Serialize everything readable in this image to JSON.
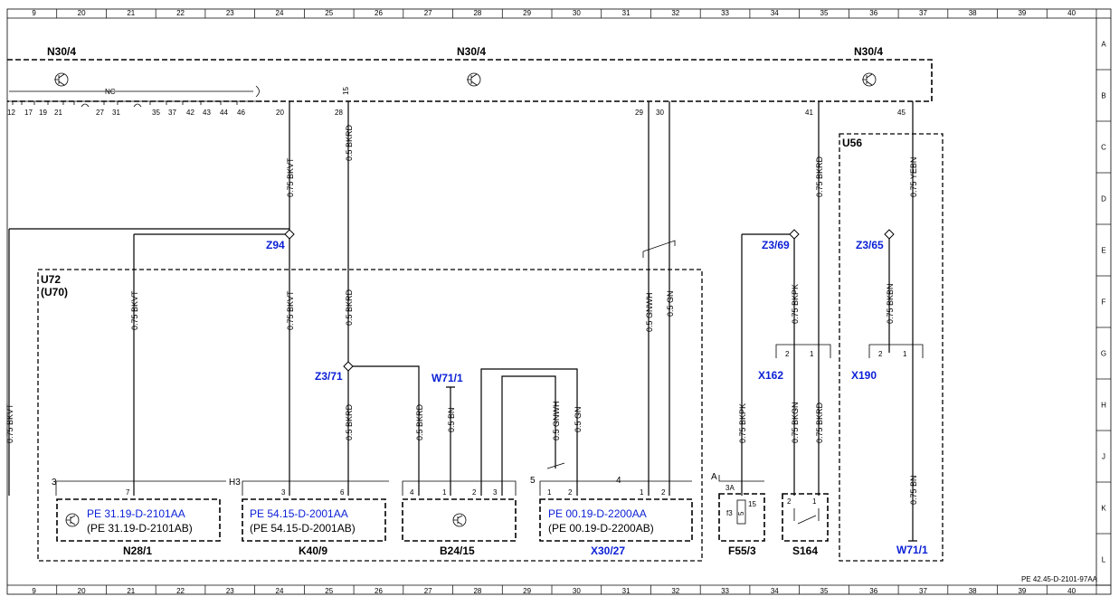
{
  "grid": {
    "columns": [
      "9",
      "20",
      "21",
      "22",
      "23",
      "24",
      "25",
      "26",
      "27",
      "28",
      "29",
      "30",
      "31",
      "32",
      "33",
      "34",
      "35",
      "36",
      "37",
      "38",
      "39",
      "40"
    ],
    "rows": [
      "A",
      "B",
      "C",
      "D",
      "E",
      "F",
      "G",
      "H",
      "J",
      "K",
      "L"
    ]
  },
  "footer_code": "PE 42.45-D-2101-97AA",
  "modules": {
    "n30_left": "N30/4",
    "n30_mid": "N30/4",
    "n30_right": "N30/4",
    "nc": "NC",
    "pin_strip": [
      "12",
      "17",
      "19",
      "21",
      "27",
      "31",
      "35",
      "37",
      "42",
      "43",
      "44",
      "46"
    ],
    "pins_top": {
      "p20": "20",
      "p28": "28",
      "p15": "15",
      "p29": "29",
      "p30": "30",
      "p41": "41",
      "p45": "45"
    }
  },
  "wires": {
    "w20": "0.75 BKVT",
    "w28": "0.5 BKRD",
    "wgnwh": "0.5 GNWH",
    "wgn": "0.5 GN",
    "w41": "0.75 BKRD",
    "w45": "0.75 YEBN",
    "n28": "0.75 BKVT",
    "k40_up": "0.75 BKVT",
    "k40_low": "0.5 BKRD",
    "b24_bkrd": "0.5 BKRD",
    "b24_bn": "0.5 BN",
    "b24_gnwh": "0.5 GNWH",
    "b24_gn": "0.5 GN",
    "left_edge": "0.75 BKVT",
    "z369_bkpk": "0.75 BKPK",
    "x162_bkpk": "0.75 BKPK",
    "x162_bkgn": "0.75 BKGN",
    "x162_bkrd": "0.75 BKRD",
    "z365_bkbn": "0.75 BKBN",
    "u56_bn": "0.75 BN"
  },
  "labels": {
    "z94": "Z94",
    "z371": "Z3/71",
    "w71_1": "W71/1",
    "z369": "Z3/69",
    "z365": "Z3/65",
    "x162": "X162",
    "x190": "X190",
    "u56": "U56",
    "u72": "U72",
    "u70": "(U70)",
    "w71_1b": "W71/1"
  },
  "components": {
    "n28": {
      "name": "N28/1",
      "conn": "3",
      "pin": "7",
      "ref1": "PE 31.19-D-2101AA",
      "ref2": "(PE 31.19-D-2101AB)"
    },
    "k40": {
      "name": "K40/9",
      "conn": "H3",
      "pin_a": "3",
      "pin_b": "6",
      "ref1": "PE 54.15-D-2001AA",
      "ref2": "(PE 54.15-D-2001AB)"
    },
    "b24": {
      "name": "B24/15",
      "pins": [
        "4",
        "1",
        "2",
        "3"
      ]
    },
    "x30": {
      "name": "X30/27",
      "conn_a": "5",
      "conn_b": "4",
      "pins": [
        "1",
        "2",
        "1",
        "2"
      ],
      "ref1": "PE 00.19-D-2200AA",
      "ref2": "(PE 00.19-D-2200AB)"
    },
    "f55": {
      "name": "F55/3",
      "conn": "A",
      "pin": "3A",
      "fuse": "f3",
      "value": "15",
      "num": "5"
    },
    "s164": {
      "name": "S164",
      "pins": [
        "2",
        "1"
      ]
    },
    "x162_pins": [
      "2",
      "1"
    ],
    "x190_pins": [
      "2",
      "1"
    ]
  },
  "colors": {
    "blue": "#0a1fd6",
    "line": "#000000"
  }
}
